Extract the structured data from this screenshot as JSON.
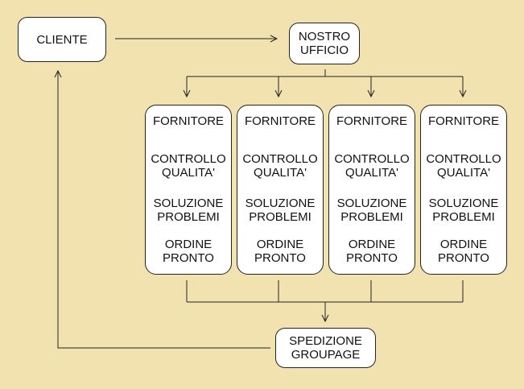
{
  "nodes": {
    "cliente": "CLIENTE",
    "ufficio": [
      "NOSTRO",
      "UFFICIO"
    ],
    "spedizione": [
      "SPEDIZIONE",
      "GROUPAGE"
    ]
  },
  "columns": [
    {
      "fornitore": "FORNITORE",
      "controllo": [
        "CONTROLLO",
        "QUALITA'"
      ],
      "soluzione": [
        "SOLUZIONE",
        "PROBLEMI"
      ],
      "ordine": [
        "ORDINE",
        "PRONTO"
      ]
    },
    {
      "fornitore": "FORNITORE",
      "controllo": [
        "CONTROLLO",
        "QUALITA'"
      ],
      "soluzione": [
        "SOLUZIONE",
        "PROBLEMI"
      ],
      "ordine": [
        "ORDINE",
        "PRONTO"
      ]
    },
    {
      "fornitore": "FORNITORE",
      "controllo": [
        "CONTROLLO",
        "QUALITA'"
      ],
      "soluzione": [
        "SOLUZIONE",
        "PROBLEMI"
      ],
      "ordine": [
        "ORDINE",
        "PRONTO"
      ]
    },
    {
      "fornitore": "FORNITORE",
      "controllo": [
        "CONTROLLO",
        "QUALITA'"
      ],
      "soluzione": [
        "SOLUZIONE",
        "PROBLEMI"
      ],
      "ordine": [
        "ORDINE",
        "PRONTO"
      ]
    }
  ]
}
